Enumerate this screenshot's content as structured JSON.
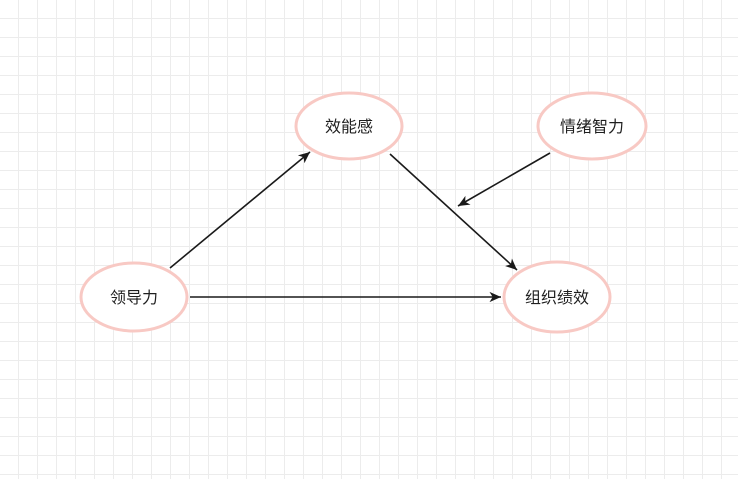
{
  "diagram": {
    "nodes": {
      "efficacy": {
        "label": "效能感"
      },
      "emotional_intelligence": {
        "label": "情绪智力"
      },
      "leadership": {
        "label": "领导力"
      },
      "performance": {
        "label": "组织绩效"
      }
    },
    "edges": [
      {
        "from": "leadership",
        "to": "efficacy"
      },
      {
        "from": "efficacy",
        "to": "performance"
      },
      {
        "from": "leadership",
        "to": "performance"
      },
      {
        "from": "emotional_intelligence",
        "to": "efficacy_performance_edge"
      }
    ],
    "colors": {
      "node_border": "#f8c9c4",
      "edge": "#1a1a1a",
      "grid": "#ececec"
    }
  }
}
